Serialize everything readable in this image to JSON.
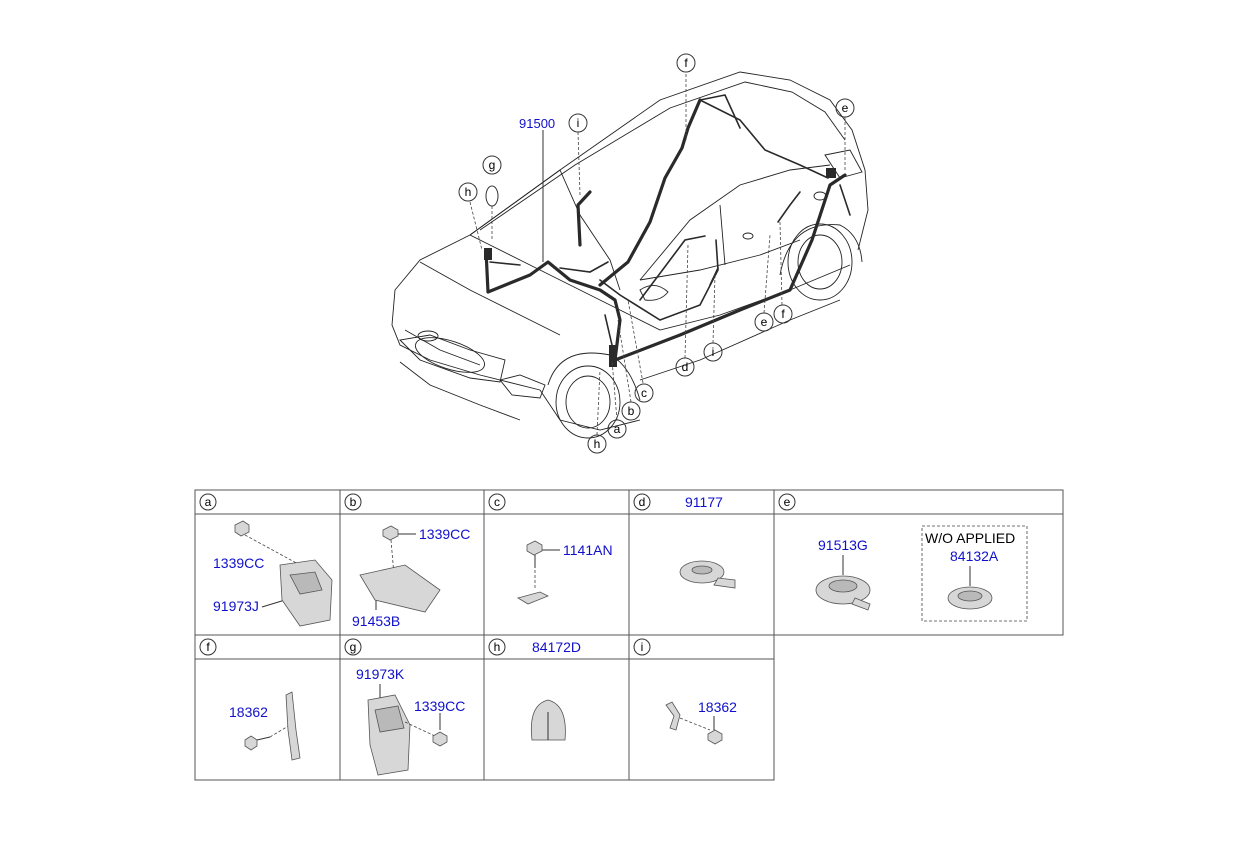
{
  "main_harness_label": "91500",
  "callouts": [
    {
      "letter": "f"
    },
    {
      "letter": "e"
    },
    {
      "letter": "i"
    },
    {
      "letter": "g"
    },
    {
      "letter": "h"
    },
    {
      "letter": "e"
    },
    {
      "letter": "f"
    },
    {
      "letter": "i"
    },
    {
      "letter": "d"
    },
    {
      "letter": "c"
    },
    {
      "letter": "b"
    },
    {
      "letter": "a"
    },
    {
      "letter": "h"
    }
  ],
  "cells": {
    "a": {
      "letter": "a",
      "header": "",
      "parts": [
        "1339CC",
        "91973J"
      ]
    },
    "b": {
      "letter": "b",
      "header": "",
      "parts": [
        "1339CC",
        "91453B"
      ]
    },
    "c": {
      "letter": "c",
      "header": "",
      "parts": [
        "1141AN"
      ]
    },
    "d": {
      "letter": "d",
      "header": "91177",
      "parts": []
    },
    "e": {
      "letter": "e",
      "header": "",
      "parts": [
        "91513G",
        "84132A"
      ],
      "note": "W/O APPLIED"
    },
    "f": {
      "letter": "f",
      "header": "",
      "parts": [
        "18362"
      ]
    },
    "g": {
      "letter": "g",
      "header": "",
      "parts": [
        "91973K",
        "1339CC"
      ]
    },
    "h": {
      "letter": "h",
      "header": "84172D",
      "parts": []
    },
    "i": {
      "letter": "i",
      "header": "",
      "parts": [
        "18362"
      ]
    }
  }
}
